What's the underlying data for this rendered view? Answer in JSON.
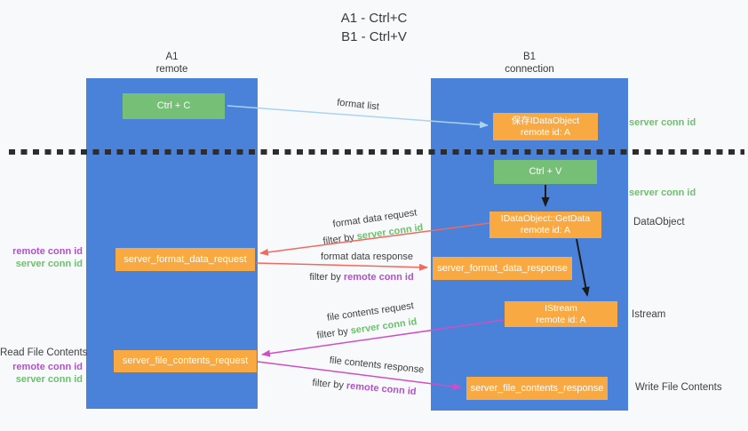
{
  "title": {
    "line1": "A1 - Ctrl+C",
    "line2": "B1 - Ctrl+V"
  },
  "columns": {
    "left": {
      "name": "A1",
      "subtitle": "remote"
    },
    "right": {
      "name": "B1",
      "subtitle": "connection"
    }
  },
  "nodes": {
    "ctrl_c": {
      "label": "Ctrl + C"
    },
    "save_dataobject": {
      "line1": "保存IDataObject",
      "line2": "remote id: A"
    },
    "ctrl_v": {
      "label": "Ctrl + V"
    },
    "getdata": {
      "line1": "IDataObject::GetData",
      "line2": "remote id: A"
    },
    "format_request": {
      "label": "server_format_data_request"
    },
    "format_response": {
      "label": "server_format_data_response"
    },
    "istream": {
      "line1": "IStream",
      "line2": "remote id: A"
    },
    "file_request": {
      "label": "server_file_contents_request"
    },
    "file_response": {
      "label": "server_file_contents_response"
    }
  },
  "labels": {
    "format_list": "format list",
    "server_conn_id": "server conn id",
    "remote_conn_id": "remote conn id",
    "dataobject": "DataObject",
    "istream": "Istream",
    "format_data_request": "format data request",
    "format_data_response": "format data response",
    "file_contents_request": "file contents request",
    "file_contents_response": "file contents response",
    "filter_by": "filter by ",
    "read_file_contents": "Read File Contents",
    "write_file_contents": "Write File Contents"
  },
  "colors": {
    "background": "#f8f9fb",
    "column_blue": "#4b82d9",
    "node_green": "#76bf77",
    "node_orange": "#f8a942",
    "text_dark": "#3f3f3f",
    "conn_id_green": "#6dc06d",
    "conn_id_purple": "#b052c8",
    "arrow_red": "#ef6a5f",
    "arrow_magenta": "#cd4fc5",
    "arrow_light_blue": "#a9d3ee",
    "arrow_black": "#1a1a1a",
    "boundary_dots": "#2d2d2d"
  }
}
